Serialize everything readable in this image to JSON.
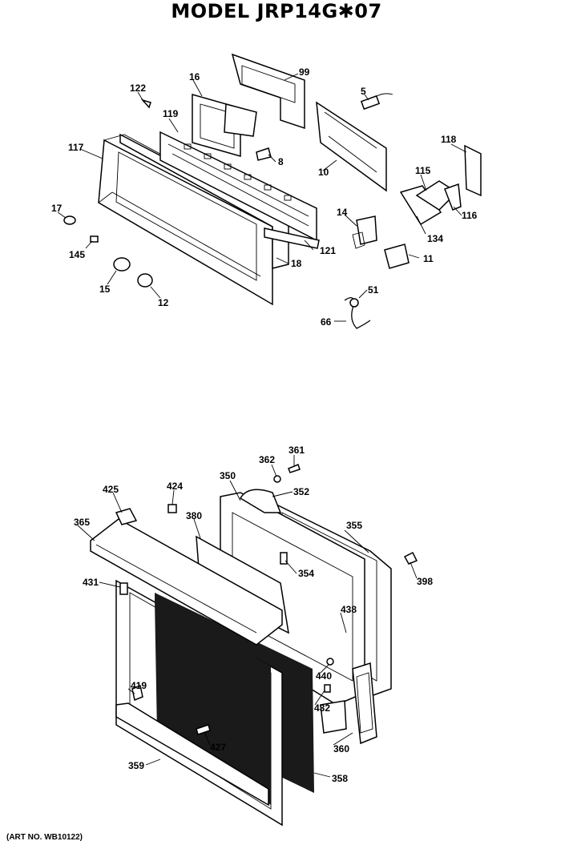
{
  "title": "MODEL JRP14G✱0 7",
  "art_no": "(ART NO. WB10122)",
  "upper_callouts": [
    "99",
    "5",
    "16",
    "122",
    "119",
    "117",
    "8",
    "10",
    "118",
    "115",
    "116",
    "17",
    "145",
    "15",
    "12",
    "18",
    "121",
    "14",
    "134",
    "11",
    "51",
    "66"
  ],
  "lower_callouts": [
    "361",
    "362",
    "352",
    "350",
    "424",
    "425",
    "380",
    "365",
    "355",
    "354",
    "398",
    "431",
    "438",
    "440",
    "419",
    "432",
    "427",
    "360",
    "359",
    "358"
  ]
}
